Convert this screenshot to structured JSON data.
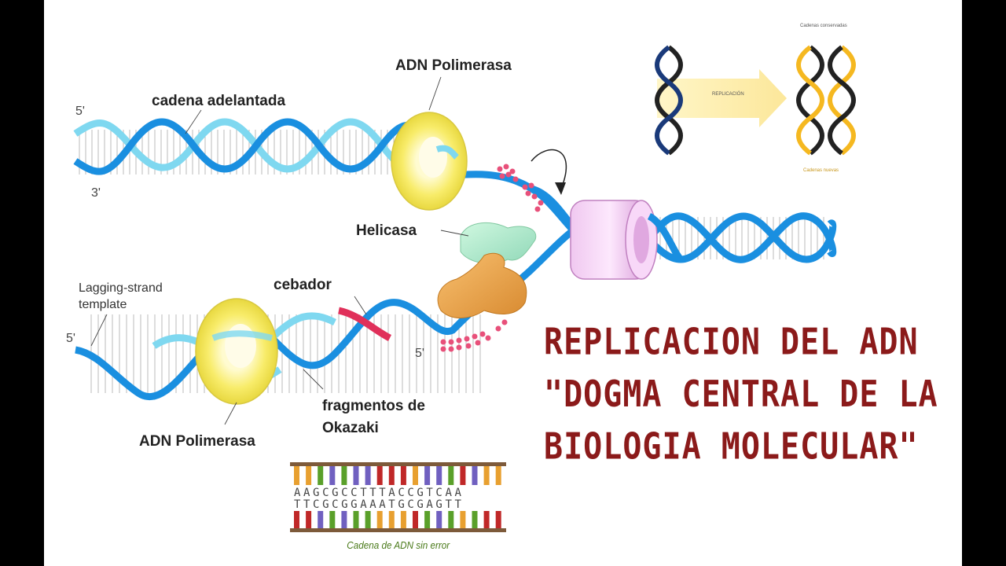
{
  "labels": {
    "polymerase_top": "ADN Polimerasa",
    "leading_strand": "cadena adelantada",
    "helicase": "Helicasa",
    "lagging_template_1": "Lagging-strand",
    "lagging_template_2": "template",
    "primer": "cebador",
    "okazaki_1": "fragmentos de",
    "okazaki_2": "Okazaki",
    "polymerase_bottom": "ADN Polimerasa",
    "five_prime_top": "5'",
    "three_prime_top": "3'",
    "five_prime_left": "5'",
    "five_prime_primer": "5'"
  },
  "title_lines": [
    "REPLICACION DEL ADN",
    "\"DOGMA CENTRAL DE LA",
    "BIOLOGIA MOLECULAR\""
  ],
  "sequence": {
    "top": "AAGCGCCTTTACCGTCAA",
    "bottom": "TTCGCGGAAATGCGAGTT",
    "caption": "Cadena de ADN sin error"
  },
  "inset": {
    "top_label": "Cadenas conservadas",
    "arrow_label": "REPLICACIÓN",
    "bottom_label": "Cadenas nuevas"
  },
  "colors": {
    "strand_blue": "#1a8fe0",
    "strand_cyan": "#7fd8f0",
    "polymerase_yellow": "#f5e85a",
    "helicase_pink": "#e8b4e8",
    "primer_red": "#e0305a",
    "title_red": "#8b1a1a",
    "protein_orange": "#e8a040",
    "protein_green": "#a8e8c8"
  }
}
